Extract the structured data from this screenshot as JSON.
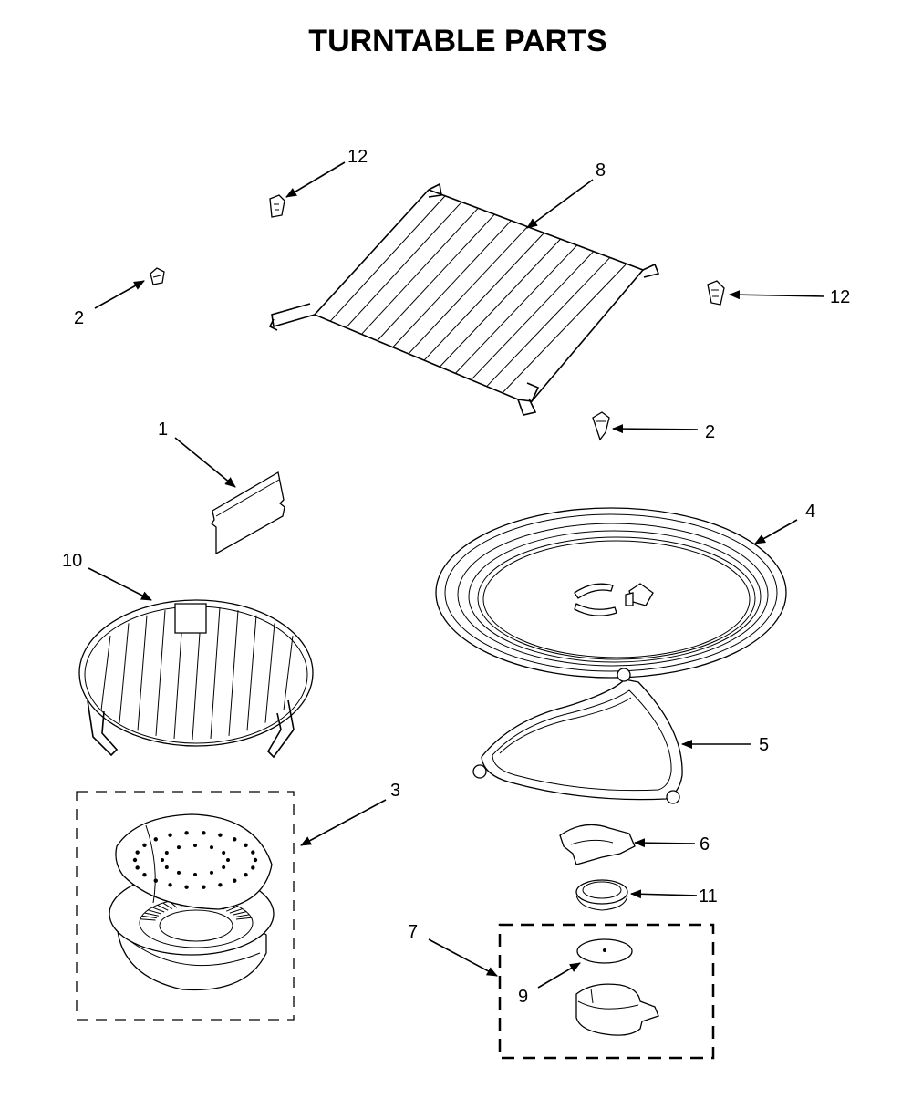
{
  "title": "TURNTABLE PARTS",
  "callouts": {
    "c1": "1",
    "c2a": "2",
    "c2b": "2",
    "c3": "3",
    "c4": "4",
    "c5": "5",
    "c6": "6",
    "c7": "7",
    "c8": "8",
    "c9": "9",
    "c10": "10",
    "c11": "11",
    "c12a": "12",
    "c12b": "12"
  }
}
